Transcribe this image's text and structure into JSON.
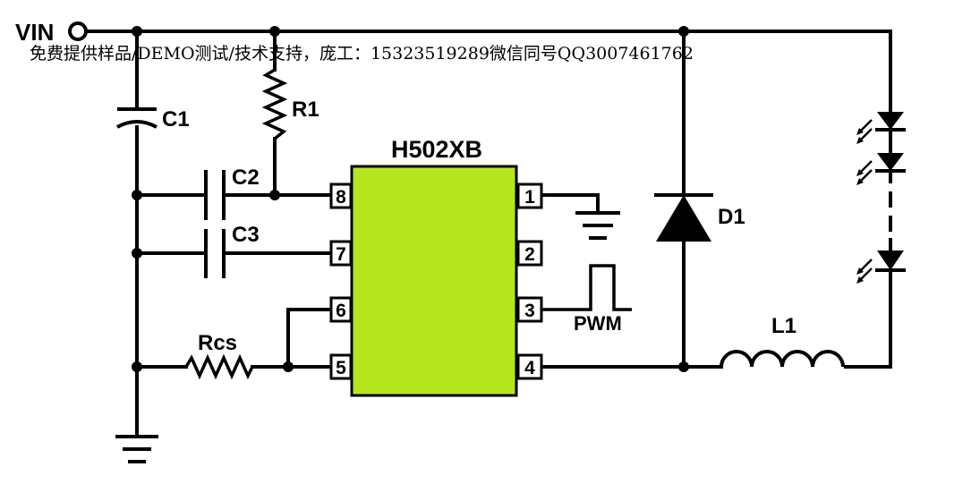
{
  "banner": "免费提供样品/DEMO测试/技术支持，庞工：15323519289微信同号QQ3007461762",
  "labels": {
    "vin": "VIN",
    "c1": "C1",
    "r1": "R1",
    "c2": "C2",
    "c3": "C3",
    "rcs": "Rcs",
    "chip": "H502XB",
    "d1": "D1",
    "l1": "L1",
    "pwm": "PWM"
  },
  "pins": [
    "1",
    "2",
    "3",
    "4",
    "5",
    "6",
    "7",
    "8"
  ],
  "colors": {
    "chip_fill": "#b5e61d",
    "wire": "#000000",
    "background": "#ffffff"
  }
}
